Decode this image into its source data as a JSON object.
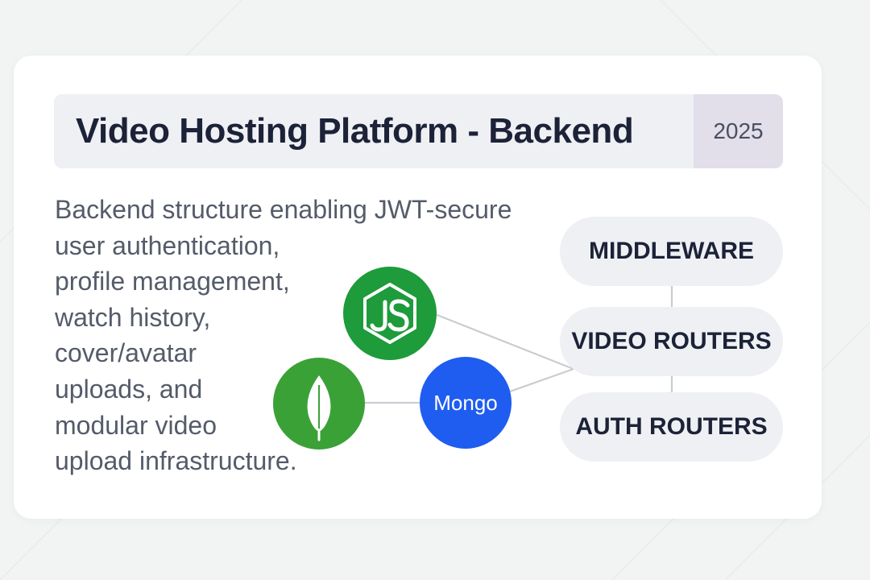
{
  "header": {
    "title": "Video Hosting Platform - Backend",
    "year": "2025"
  },
  "description": {
    "lines": [
      "Backend structure enabling JWT-secure",
      "user authentication,",
      "profile management,",
      "watch history,",
      "cover/avatar",
      "uploads, and",
      "modular video",
      "upload infrastructure."
    ]
  },
  "stack": {
    "nodes": [
      {
        "id": "nodejs",
        "icon": "nodejs-hexagon-icon",
        "color": "#1e9b3b"
      },
      {
        "id": "mongodb-leaf",
        "icon": "leaf-icon",
        "color": "#3aa136"
      },
      {
        "id": "mongo",
        "label": "Mongo",
        "color": "#1f5cf0"
      }
    ]
  },
  "layers": [
    {
      "label": "MIDDLEWARE"
    },
    {
      "label": "VIDEO ROUTERS"
    },
    {
      "label": "AUTH ROUTERS"
    }
  ],
  "colors": {
    "background": "#f1f4f3",
    "card": "#ffffff",
    "title_text": "#1c2238",
    "year_bg": "#e2dfeb",
    "connector": "#c9cdd2"
  }
}
